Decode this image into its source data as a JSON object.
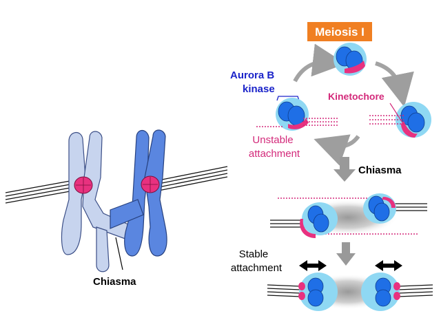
{
  "title": "Meiosis I",
  "labels": {
    "aurora_b_line1": "Aurora B",
    "aurora_b_line2": "kinase",
    "kinetochore": "Kinetochore",
    "unstable_line1": "Unstable",
    "unstable_line2": "attachment",
    "chiasma_right": "Chiasma",
    "stable_line1": "Stable",
    "stable_line2": "attachment",
    "chiasma_left": "Chiasma"
  },
  "colors": {
    "title_bg": "#f07f22",
    "aurora_text": "#1a23c9",
    "magenta": "#d3297a",
    "kinetochore_pink": "#e8317f",
    "chromatid_light": "#c7d4ee",
    "chromatid_dark": "#5a86e0",
    "centromere_blue": "#1f6fe6",
    "halo_cyan": "#8fd8f3",
    "arrow_gray": "#999999"
  },
  "icons": {
    "cycle_arrows": "curved-gray-arrow",
    "down_arrows": "gray-down-arrow",
    "tension_arrows": "double-headed-arrow"
  }
}
